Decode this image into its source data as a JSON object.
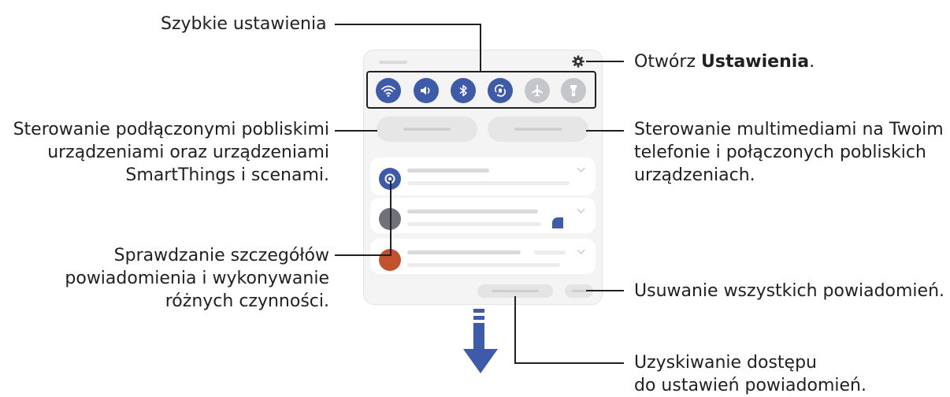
{
  "labels": {
    "quick_settings": "Szybkie ustawienia",
    "open_settings_prefix": "Otwórz ",
    "open_settings_bold": "Ustawienia",
    "open_settings_suffix": ".",
    "nearby_devices": [
      "Sterowanie podłączonymi pobliskimi",
      "urządzeniami oraz urządzeniami",
      "SmartThings i scenami."
    ],
    "media_control": [
      "Sterowanie multimediami na Twoim",
      "telefonie i połączonych pobliskich",
      "urządzeniach."
    ],
    "notification_details": [
      "Sprawdzanie szczegółów",
      "powiadomienia i wykonywanie",
      "różnych czynności."
    ],
    "clear_all": "Usuwanie wszystkich powiadomień.",
    "notification_settings": [
      "Uzyskiwanie dostępu",
      "do ustawień powiadomień."
    ]
  },
  "quick_settings_icons": [
    "wifi-icon",
    "sound-icon",
    "bluetooth-icon",
    "auto-rotate-icon",
    "airplane-icon",
    "flashlight-icon"
  ],
  "colors": {
    "active": "#3e5ba9",
    "inactive": "#c4c6cc",
    "line": "#231f20",
    "arrow": "#3e5ba9"
  }
}
